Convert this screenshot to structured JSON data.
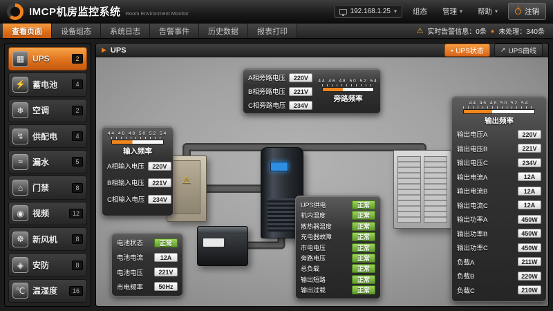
{
  "header": {
    "title": "IMCP机房监控系统",
    "subtitle": "Room Environment Monitor",
    "ip": "192.168.1.25",
    "menu_config": "组态",
    "menu_manage": "管理",
    "menu_help": "帮助",
    "logout_label": "注销"
  },
  "nav": {
    "tabs": [
      {
        "label": "查看页面",
        "active": "active"
      },
      {
        "label": "设备组态"
      },
      {
        "label": "系统日志"
      },
      {
        "label": "告警事件"
      },
      {
        "label": "历史数据"
      },
      {
        "label": "报表打印"
      }
    ],
    "realtime_alerts": "实时告警信息：0条",
    "unhandled": "未处理：340条"
  },
  "sidebar": {
    "items": [
      {
        "label": "UPS",
        "count": "2",
        "icon": "▦",
        "active": "active"
      },
      {
        "label": "蓄电池",
        "count": "4",
        "icon": "⚡"
      },
      {
        "label": "空调",
        "count": "2",
        "icon": "❄"
      },
      {
        "label": "供配电",
        "count": "4",
        "icon": "↯"
      },
      {
        "label": "漏水",
        "count": "5",
        "icon": "≈"
      },
      {
        "label": "门禁",
        "count": "8",
        "icon": "⌂"
      },
      {
        "label": "视频",
        "count": "12",
        "icon": "◉"
      },
      {
        "label": "新风机",
        "count": "8",
        "icon": "☸"
      },
      {
        "label": "安防",
        "count": "8",
        "icon": "◈"
      },
      {
        "label": "温湿度",
        "count": "16",
        "icon": "℃"
      }
    ]
  },
  "main": {
    "title": "UPS",
    "status_button": "UPS状态",
    "curve_button": "UPS曲线"
  },
  "panels": {
    "bypass": {
      "gauge_label": "旁路频率",
      "gauge_scale": "44 46 48 50 52 54",
      "rows": [
        {
          "label": "A相旁路电压",
          "value": "220V"
        },
        {
          "label": "B相旁路电压",
          "value": "221V"
        },
        {
          "label": "C相旁路电压",
          "value": "234V"
        }
      ]
    },
    "input": {
      "gauge_label": "输入频率",
      "gauge_scale": "44 46 48 50 52 54",
      "rows": [
        {
          "label": "A相输入电压",
          "value": "220V"
        },
        {
          "label": "B相输入电压",
          "value": "221V"
        },
        {
          "label": "C相输入电压",
          "value": "234V"
        }
      ]
    },
    "battery": {
      "rows": [
        {
          "label": "电池状态",
          "value": "正常",
          "cls": "ok"
        },
        {
          "label": "电池电流",
          "value": "12A"
        },
        {
          "label": "电池电压",
          "value": "221V"
        },
        {
          "label": "市电频率",
          "value": "50Hz"
        }
      ]
    },
    "status": {
      "rows": [
        {
          "label": "UPS供电",
          "value": "正常",
          "cls": "ok"
        },
        {
          "label": "机内温度",
          "value": "正常",
          "cls": "ok"
        },
        {
          "label": "散热器温度",
          "value": "正常",
          "cls": "ok"
        },
        {
          "label": "充电器故障",
          "value": "正常",
          "cls": "ok"
        },
        {
          "label": "市电电压",
          "value": "正常",
          "cls": "ok"
        },
        {
          "label": "旁路电压",
          "value": "正常",
          "cls": "ok"
        },
        {
          "label": "总负载",
          "value": "正常",
          "cls": "ok"
        },
        {
          "label": "输出短路",
          "value": "正常",
          "cls": "ok"
        },
        {
          "label": "输出过载",
          "value": "正常",
          "cls": "ok"
        }
      ]
    },
    "output": {
      "gauge_label": "输出频率",
      "gauge_scale": "44 46 48 50 52 54",
      "rows": [
        {
          "label": "输出电压A",
          "value": "220V"
        },
        {
          "label": "输出电压B",
          "value": "221V"
        },
        {
          "label": "输出电压C",
          "value": "234V"
        },
        {
          "label": "输出电流A",
          "value": "12A"
        },
        {
          "label": "输出电流B",
          "value": "12A"
        },
        {
          "label": "输出电流C",
          "value": "12A"
        },
        {
          "label": "输出功率A",
          "value": "450W"
        },
        {
          "label": "输出功率B",
          "value": "450W"
        },
        {
          "label": "输出功率C",
          "value": "450W"
        },
        {
          "label": "负载A",
          "value": "211W"
        },
        {
          "label": "负载B",
          "value": "220W"
        },
        {
          "label": "负载C",
          "value": "210W"
        }
      ]
    }
  },
  "colors": {
    "accent": "#e0731c",
    "ok_green": "#6faf35"
  }
}
